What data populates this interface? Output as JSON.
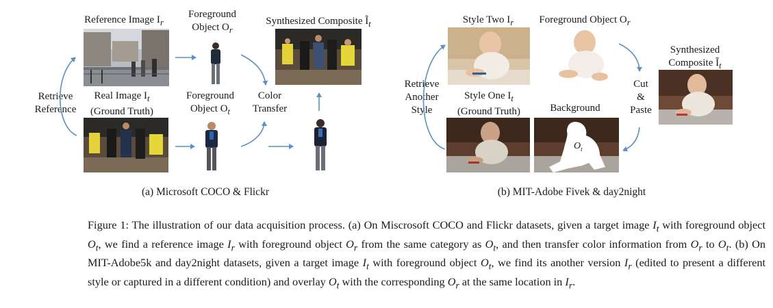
{
  "panel_a": {
    "reference_image": "Reference Image I",
    "reference_image_sub": "r",
    "foreground_object_r_1": "Foreground",
    "foreground_object_r_2": "Object O",
    "foreground_object_r_sub": "r",
    "synthesized_composite": "Synthesized Composite Ĩ",
    "synthesized_composite_sub": "t",
    "retrieve_1": "Retrieve",
    "retrieve_2": "Reference",
    "real_image_1": "Real Image I",
    "real_image_1_sub": "t",
    "real_image_2": "(Ground Truth)",
    "foreground_object_t_1": "Foreground",
    "foreground_object_t_2": "Object O",
    "foreground_object_t_sub": "t",
    "color_transfer_1": "Color",
    "color_transfer_2": "Transfer",
    "subcaption": "(a) Microsoft COCO & Flickr"
  },
  "panel_b": {
    "style_two": "Style Two I",
    "style_two_sub": "r",
    "foreground_object_r": "Foreground Object O",
    "foreground_object_r_sub": "r",
    "synthesized_1": "Synthesized",
    "synthesized_2": "Composite Ĩ",
    "synthesized_2_sub": "t",
    "retrieve_1": "Retrieve",
    "retrieve_2": "Another",
    "retrieve_3": "Style",
    "style_one_1": "Style One I",
    "style_one_1_sub": "t",
    "style_one_2": "(Ground Truth)",
    "background": "Background",
    "mask_label": "O",
    "mask_label_sub": "t",
    "cut_1": "Cut",
    "cut_2": "&",
    "cut_3": "Paste",
    "subcaption": "(b) MIT-Adobe Fivek & day2night"
  },
  "caption": {
    "figure_label": "Figure 1:",
    "p1": " The illustration of our data acquisition process. (a) On Miscrosoft COCO and Flickr datasets, given a target image ",
    "p2": " with foreground object ",
    "p3": ", we find a reference image ",
    "p4": " with foreground object ",
    "p5": " from the same category as ",
    "p6": ", and then transfer color information from ",
    "p7": " to ",
    "p8": ". (b) On MIT-Adobe5k and day2night datasets, given a target image ",
    "p9": " with foreground object ",
    "p10": ", we find its another version ",
    "p11": " (edited to present a different style or captured in a different condition) and overlay ",
    "p12": " with the corresponding ",
    "p13": " at the same location in ",
    "p14": ".",
    "sym_I": "I",
    "sym_O": "O",
    "sub_t": "t",
    "sub_r": "r"
  },
  "colors": {
    "arrow": "#5b8fc9",
    "text": "#1a1a1a"
  }
}
